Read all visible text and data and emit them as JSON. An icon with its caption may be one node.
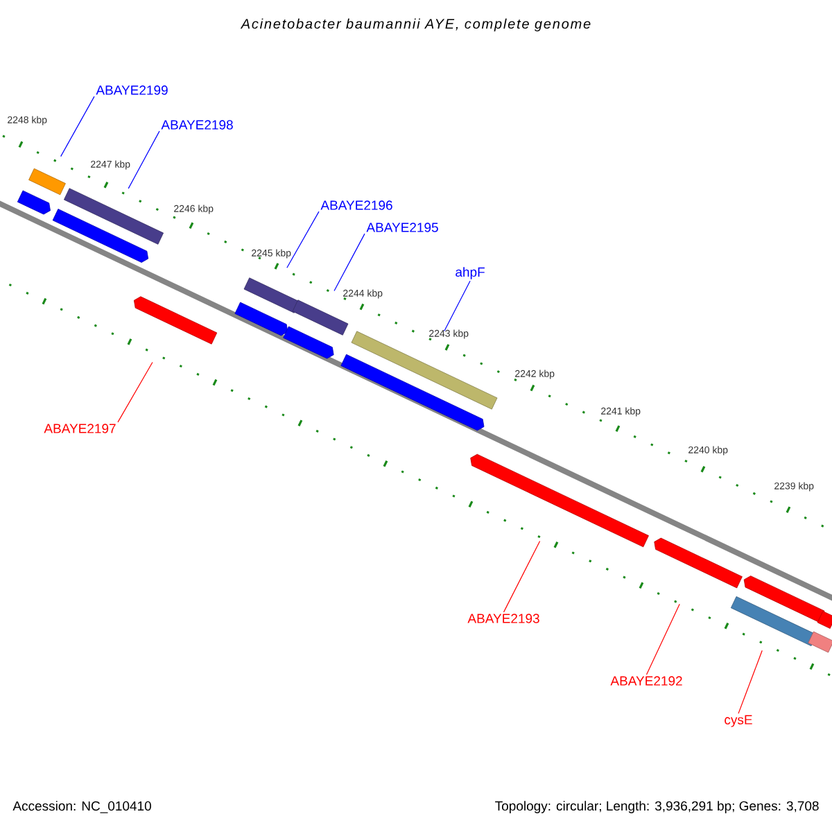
{
  "diagram": {
    "title": "Acinetobacter baumannii AYE, complete genome",
    "nodes": [
      {
        "text": [
          "ABAYE2199"
        ]
      },
      {
        "text": [],
        "shape": "bar"
      },
      {
        "text": [
          "ABAYE2198"
        ]
      },
      {
        "text": [],
        "shape": "bar"
      },
      {
        "text": [
          "ABAYE2196"
        ]
      },
      {
        "text": [],
        "shape": "bar"
      },
      {
        "text": [
          "ABAYE2195"
        ]
      },
      {
        "text": [],
        "shape": "bar"
      },
      {
        "text": [
          "ahpF"
        ]
      },
      {
        "text": [],
        "shape": "bar"
      },
      {
        "text": [
          "ABAYE2197"
        ]
      },
      {
        "text": [],
        "shape": "bar"
      },
      {
        "text": [
          "ABAYE2193"
        ]
      },
      {
        "text": [],
        "shape": "bar"
      },
      {
        "text": [
          "ABAYE2192"
        ]
      },
      {
        "text": [],
        "shape": "bar"
      },
      {
        "text": [
          "cysE"
        ]
      },
      {
        "text": [],
        "shape": "bar"
      },
      {
        "text": [],
        "shape": "bar"
      },
      {
        "text": [],
        "shape": "bar"
      },
      {
        "text": [],
        "shape": "bar"
      },
      {
        "text": [],
        "shape": "bar"
      },
      {
        "text": [],
        "shape": "bar"
      },
      {
        "text": [],
        "shape": "bar"
      },
      {
        "text": [],
        "shape": "bar"
      },
      {
        "text": [],
        "shape": "bar"
      }
    ],
    "edges": [
      {
        "from": 0,
        "to": 1,
        "arrow": "none"
      },
      {
        "from": 2,
        "to": 3,
        "arrow": "none"
      },
      {
        "from": 4,
        "to": 5,
        "arrow": "none"
      },
      {
        "from": 6,
        "to": 7,
        "arrow": "none"
      },
      {
        "from": 8,
        "to": 9,
        "arrow": "none"
      },
      {
        "from": 10,
        "to": 11,
        "arrow": "none",
        "color": "#ff0000"
      },
      {
        "from": 12,
        "to": 13,
        "arrow": "none",
        "color": "#ff0000"
      },
      {
        "from": 14,
        "to": 15,
        "arrow": "none",
        "color": "#ff0000"
      },
      {
        "from": 16,
        "to": 17,
        "arrow": "none",
        "color": "#ff0000"
      }
    ],
    "labels": [
      "2248 kbp",
      "2247 kbp",
      "2246 kbp",
      "2245 kbp",
      "2244 kbp",
      "2243 kbp",
      "2242 kbp",
      "2241 kbp",
      "2240 kbp",
      "2239 kbp",
      "Accession: NC_010410",
      "Topology: circular; Length: 3,936,291 bp; Genes: 3,708"
    ]
  }
}
